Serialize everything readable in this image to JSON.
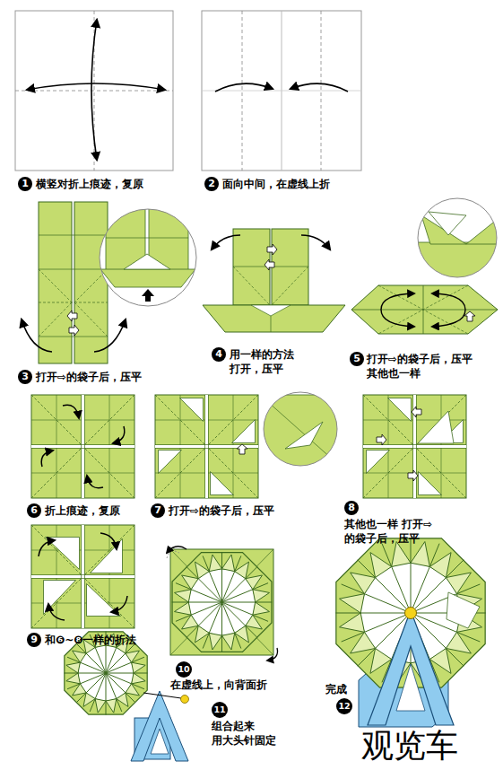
{
  "diagram": {
    "title": "观览车",
    "labels": [
      "1",
      "横竖对折上痕迹，复原",
      "2",
      "面向中间，在虚线上折",
      "3",
      "打开⇨的袋子后，压平",
      "4",
      "用一样的方法 打开，压平",
      "5",
      "打开⇨的袋子后，压平 其他也一样",
      "6",
      "折上痕迹，复原",
      "7",
      "打开⇨的袋子后，压平",
      "8",
      "其他也一样 打开⇨的袋子后，压平",
      "9",
      "和❻~❽一样的折法",
      "10",
      "在虚线上，向背面折",
      "11",
      "组合起来 用大头针固定",
      "完成",
      "12"
    ]
  }
}
